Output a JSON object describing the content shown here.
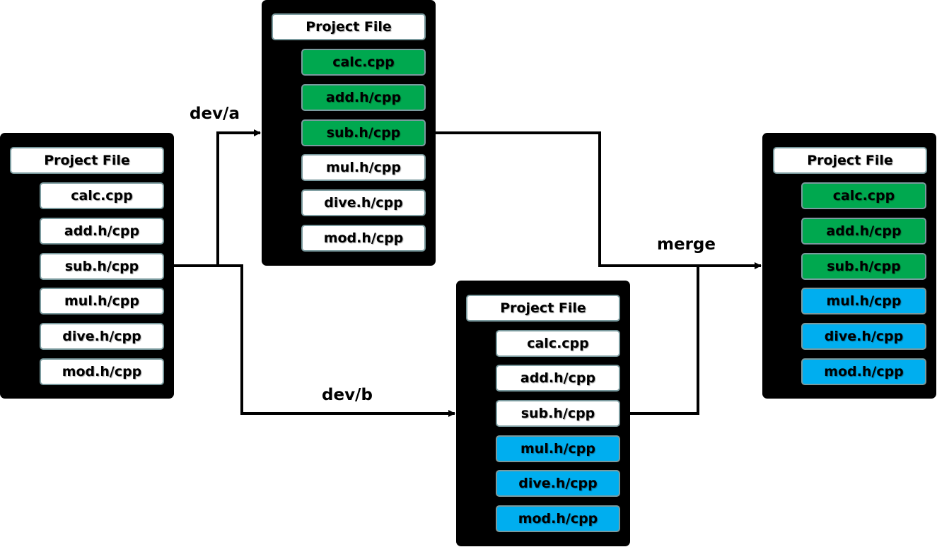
{
  "colors": {
    "panel": "#000000",
    "file_default": "#ffffff",
    "file_changed_a": "#00a84f",
    "file_changed_b": "#00aeef",
    "box_border": "#7a9a9e",
    "line": "#000000"
  },
  "panels": {
    "origin": {
      "header": "Project File",
      "files": [
        {
          "name": "calc.cpp",
          "color": "white"
        },
        {
          "name": "add.h/cpp",
          "color": "white"
        },
        {
          "name": "sub.h/cpp",
          "color": "white"
        },
        {
          "name": "mul.h/cpp",
          "color": "white"
        },
        {
          "name": "dive.h/cpp",
          "color": "white"
        },
        {
          "name": "mod.h/cpp",
          "color": "white"
        }
      ]
    },
    "dev_a": {
      "header": "Project File",
      "files": [
        {
          "name": "calc.cpp",
          "color": "green"
        },
        {
          "name": "add.h/cpp",
          "color": "green"
        },
        {
          "name": "sub.h/cpp",
          "color": "green"
        },
        {
          "name": "mul.h/cpp",
          "color": "white"
        },
        {
          "name": "dive.h/cpp",
          "color": "white"
        },
        {
          "name": "mod.h/cpp",
          "color": "white"
        }
      ]
    },
    "dev_b": {
      "header": "Project File",
      "files": [
        {
          "name": "calc.cpp",
          "color": "white"
        },
        {
          "name": "add.h/cpp",
          "color": "white"
        },
        {
          "name": "sub.h/cpp",
          "color": "white"
        },
        {
          "name": "mul.h/cpp",
          "color": "blue"
        },
        {
          "name": "dive.h/cpp",
          "color": "blue"
        },
        {
          "name": "mod.h/cpp",
          "color": "blue"
        }
      ]
    },
    "merged": {
      "header": "Project File",
      "files": [
        {
          "name": "calc.cpp",
          "color": "green"
        },
        {
          "name": "add.h/cpp",
          "color": "green"
        },
        {
          "name": "sub.h/cpp",
          "color": "green"
        },
        {
          "name": "mul.h/cpp",
          "color": "blue"
        },
        {
          "name": "dive.h/cpp",
          "color": "blue"
        },
        {
          "name": "mod.h/cpp",
          "color": "blue"
        }
      ]
    }
  },
  "edges": {
    "dev_a_label": "dev/a",
    "dev_b_label": "dev/b",
    "merge_label": "merge"
  }
}
